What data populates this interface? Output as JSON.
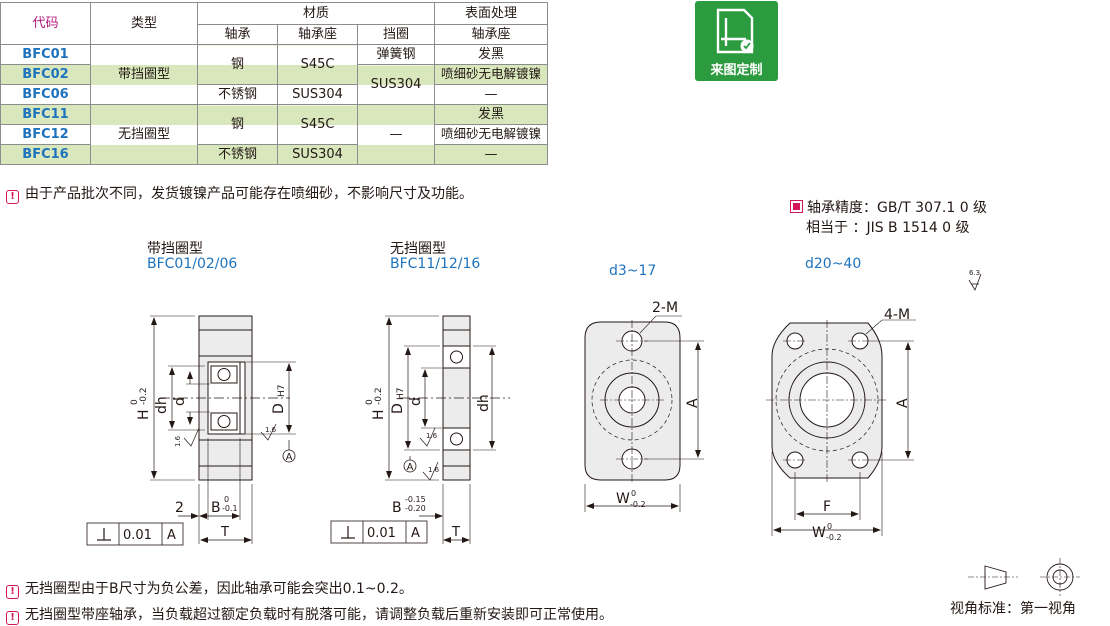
{
  "table": {
    "headers": {
      "code": "代码",
      "type": "类型",
      "material": "材质",
      "surface": "表面处理",
      "bearing": "轴承",
      "housing": "轴承座",
      "retainer": "挡圈",
      "surface_housing": "轴承座"
    },
    "codes": [
      "BFC01",
      "BFC02",
      "BFC06",
      "BFC11",
      "BFC12",
      "BFC16"
    ],
    "type_with_ring": "带挡圈型",
    "type_without_ring": "无挡圈型",
    "steel": "钢",
    "steel2": "钢",
    "s45c": "S45C",
    "s45c2": "S45C",
    "stainless": "不锈钢",
    "stainless2": "不锈钢",
    "sus304": "SUS304",
    "sus304b": "SUS304",
    "sus304c": "SUS304",
    "spring_steel": "弹簧钢",
    "dash": "—",
    "black_oxide": "发黑",
    "black_oxide2": "发黑",
    "nickel": "喷细砂无电解镀镍",
    "nickel2": "喷细砂无电解镀镍",
    "dash_s1": "—",
    "dash_s2": "—"
  },
  "note_top": "由于产品批次不同，发货镀镍产品可能存在喷细砂，不影响尺寸及功能。",
  "badge": {
    "label": "来图定制",
    "icon": "drawing-custom-icon"
  },
  "precision": {
    "line1": "轴承精度：GB/T 307.1  0  级",
    "line2": "相当于    ：JIS  B 1514  0  级"
  },
  "labels": {
    "with_ring_title": "带挡圈型",
    "with_ring_codes": "BFC01/02/06",
    "without_ring_title": "无挡圈型",
    "without_ring_codes": "BFC11/12/16",
    "size_small": "d3~17",
    "size_large": "d20~40"
  },
  "dims": {
    "two_m": "2-M",
    "four_m": "4-M",
    "a": "A",
    "a2": "A",
    "w": "W",
    "w2": "W",
    "w_tol": "-0.2",
    "w_tol0": "0",
    "f": "F",
    "h": "H",
    "h2": "H",
    "h_tol": "-0.2",
    "h_tol0": "0",
    "dh": "dh",
    "dh2": "dh",
    "d": "d",
    "d2": "d",
    "D": "D",
    "D2": "D",
    "h7": "H7",
    "b": "B",
    "b2": "B",
    "b_tol_a": "-0.1",
    "b_tol_a0": "0",
    "b_tol_b1": "-0.15",
    "b_tol_b2": "-0.20",
    "t": "T",
    "t2": "T",
    "two": "2",
    "tol_value": "0.01",
    "tol_value2": "0.01",
    "datum": "A",
    "datum2": "A",
    "datum3": "A",
    "datum4": "A",
    "rough": "1.6",
    "rough2": "1.6",
    "rough3": "1.6",
    "rough4": "1.6",
    "rough_main": "6.3"
  },
  "notes_bottom": [
    "无挡圈型由于B尺寸为负公差，因此轴承可能会突出0.1~0.2。",
    "无挡圈型带座轴承，当负载超过额定负载时有脱落可能，请调整负载后重新安装即可正常使用。"
  ],
  "view_standard": "视角标准：第一视角"
}
